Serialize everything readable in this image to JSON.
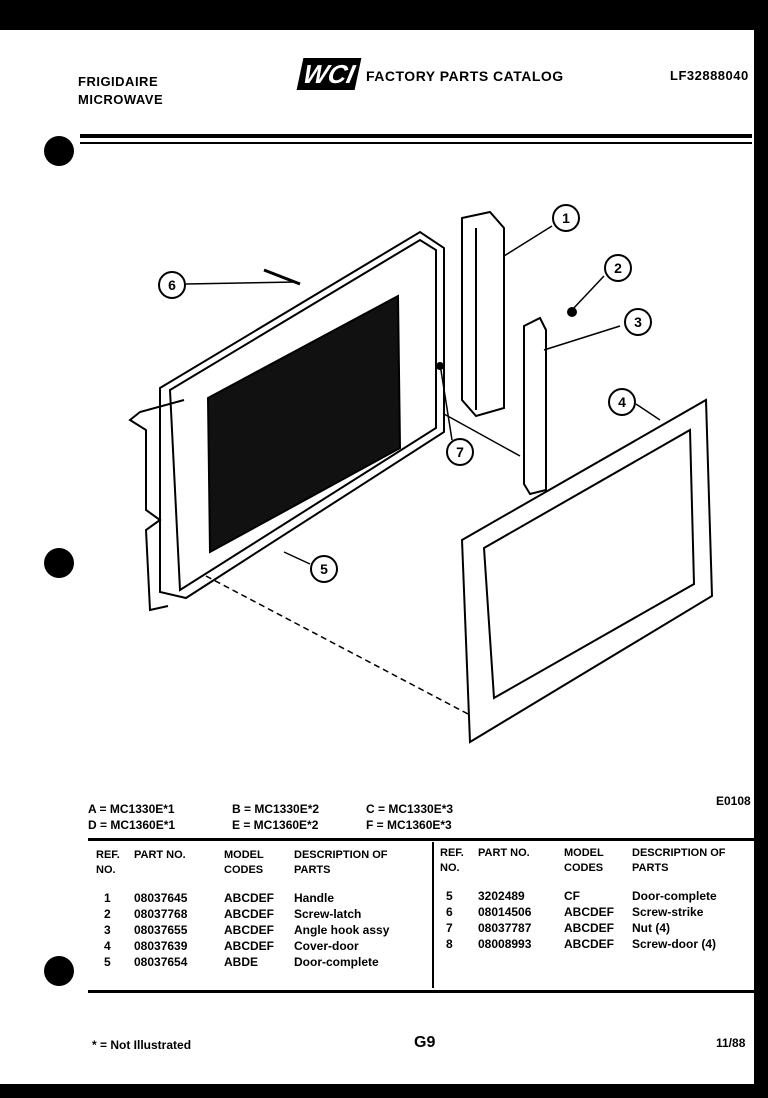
{
  "header": {
    "brand": "FRIGIDAIRE",
    "product": "MICROWAVE",
    "logo_text": "WCI",
    "catalog_title": "FACTORY PARTS CATALOG",
    "catalog_number": "LF32888040"
  },
  "diagram": {
    "callouts": [
      "1",
      "2",
      "3",
      "4",
      "5",
      "6",
      "7"
    ],
    "diagram_code": "E0108"
  },
  "model_codes": [
    {
      "text": "A = MC1330E*1"
    },
    {
      "text": "B = MC1330E*2"
    },
    {
      "text": "C = MC1330E*3"
    },
    {
      "text": "D = MC1360E*1"
    },
    {
      "text": "E = MC1360E*2"
    },
    {
      "text": "F = MC1360E*3"
    }
  ],
  "table_headers": {
    "ref": "REF. NO.",
    "part": "PART NO.",
    "model": "MODEL CODES",
    "desc": "DESCRIPTION OF PARTS"
  },
  "parts_left": [
    {
      "ref": "1",
      "part": "08037645",
      "codes": "ABCDEF",
      "desc": "Handle"
    },
    {
      "ref": "2",
      "part": "08037768",
      "codes": "ABCDEF",
      "desc": "Screw-latch"
    },
    {
      "ref": "3",
      "part": "08037655",
      "codes": "ABCDEF",
      "desc": "Angle hook assy"
    },
    {
      "ref": "4",
      "part": "08037639",
      "codes": "ABCDEF",
      "desc": "Cover-door"
    },
    {
      "ref": "5",
      "part": "08037654",
      "codes": "ABDE",
      "desc": "Door-complete"
    }
  ],
  "parts_right": [
    {
      "ref": "5",
      "part": "3202489",
      "codes": "CF",
      "desc": "Door-complete"
    },
    {
      "ref": "6",
      "part": "08014506",
      "codes": "ABCDEF",
      "desc": "Screw-strike"
    },
    {
      "ref": "7",
      "part": "08037787",
      "codes": "ABCDEF",
      "desc": "Nut (4)"
    },
    {
      "ref": "8",
      "part": "08008993",
      "codes": "ABCDEF",
      "desc": "Screw-door (4)"
    }
  ],
  "footer": {
    "note": "* = Not Illustrated",
    "page": "G9",
    "date": "11/88"
  }
}
